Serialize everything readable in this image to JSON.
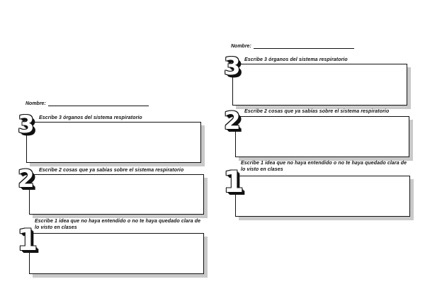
{
  "left": {
    "name_label": "Nombre:",
    "sections": [
      {
        "number": "3",
        "prompt": "Escribe 3 órganos del sistema respiratorio"
      },
      {
        "number": "2",
        "prompt": "Escribe 2 cosas que ya sabías sobre el sistema respiratorio"
      },
      {
        "number": "1",
        "prompt": "Escribe 1 idea que no haya entendido o no te haya quedado clara de lo visto en clases"
      }
    ]
  },
  "right": {
    "name_label": "Nombre:",
    "sections": [
      {
        "number": "3",
        "prompt": "Escribe 3 órganos del sistema respiratorio"
      },
      {
        "number": "2",
        "prompt": "Escribe 2 cosas que ya sabías sobre el sistema respiratorio"
      },
      {
        "number": "1",
        "prompt": "Escribe 1 idea que no haya entendido o no te haya quedado clara de lo visto en clases"
      }
    ]
  },
  "colors": {
    "ink": "#111111",
    "shadow": "#c9c9c9",
    "background": "#ffffff"
  }
}
